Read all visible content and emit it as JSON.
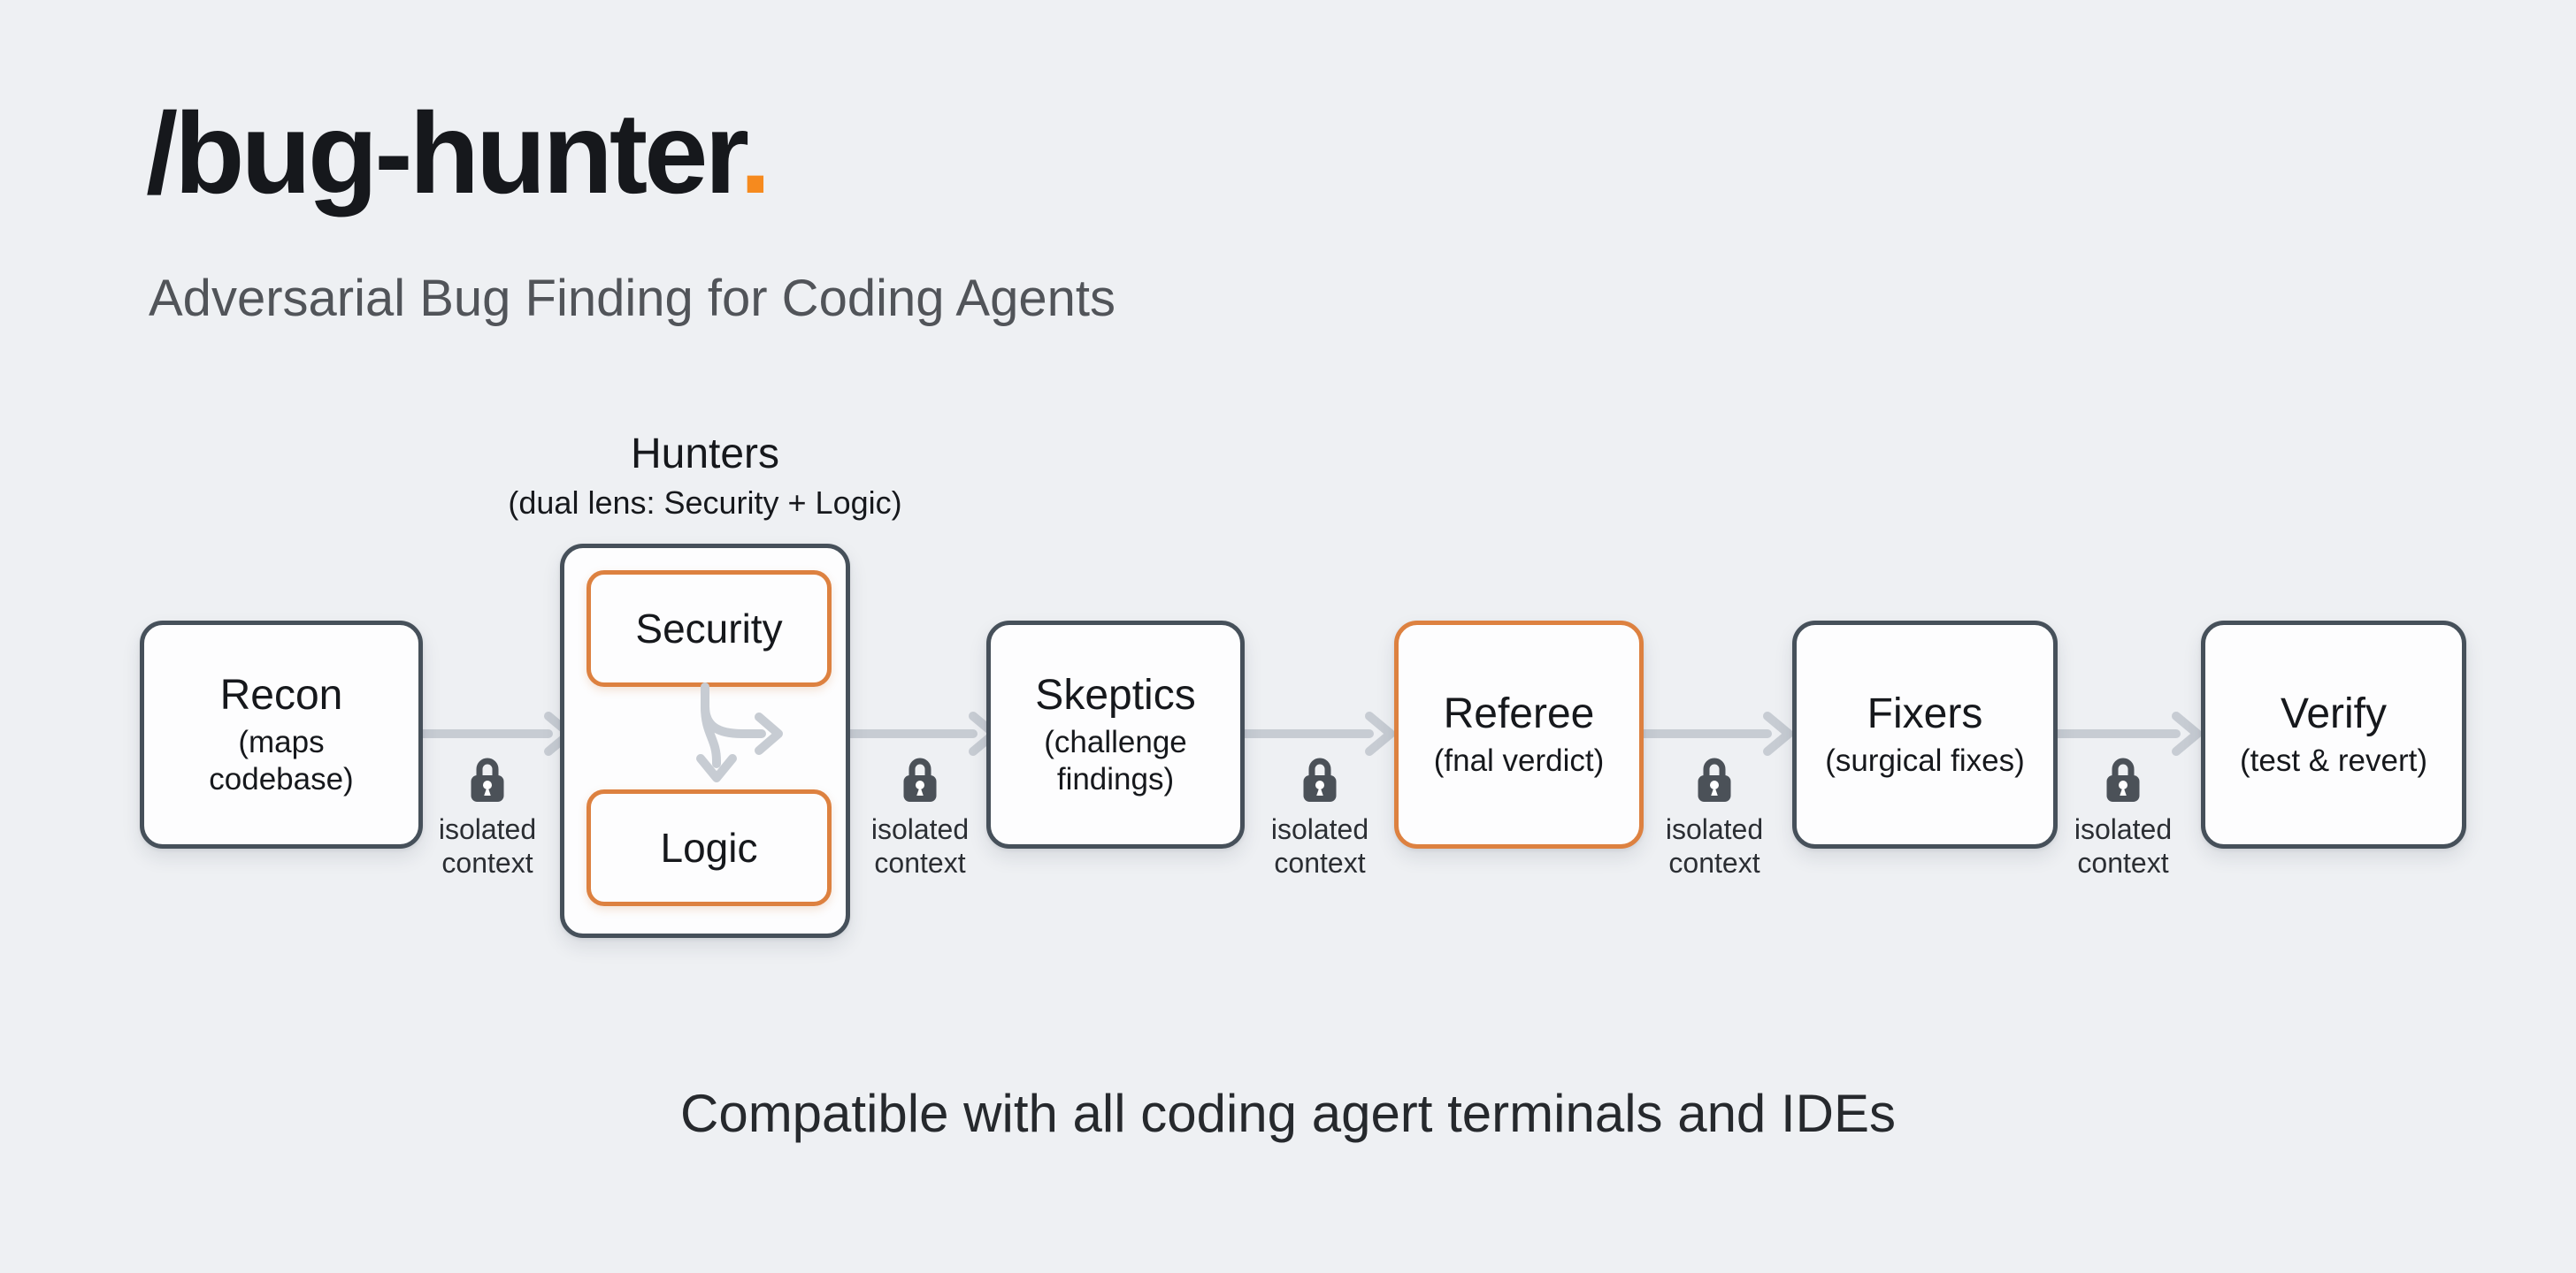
{
  "header": {
    "title": "/bug-hunter",
    "title_dot": ".",
    "subtitle": "Adversarial Bug Finding for Coding Agents"
  },
  "hunters": {
    "title": "Hunters",
    "subtitle": "(dual lens: Security + Logic)",
    "security_label": "Security",
    "logic_label": "Logic"
  },
  "pipeline": [
    {
      "label": "Recon",
      "sublabel": "(maps codebase)"
    },
    {
      "label": "Skeptics",
      "sublabel": "(challenge findings)"
    },
    {
      "label": "Referee",
      "sublabel": "(fnal verdict)"
    },
    {
      "label": "Fixers",
      "sublabel": "(surgical fixes)"
    },
    {
      "label": "Verify",
      "sublabel": "(test & revert)"
    }
  ],
  "connector": {
    "label": "isolated context",
    "icon": "lock-icon"
  },
  "footer": {
    "tagline": "Compatible with all coding agert terminals and IDEs"
  },
  "colors": {
    "background": "#eef0f3",
    "box_fill": "#fdfdfe",
    "border_dark": "#46505a",
    "accent_orange": "#dd8140",
    "title_dot_orange": "#f68a1e",
    "arrow_gray": "#c7ccd3",
    "lock_gray": "#4b5158",
    "text_dark": "#16181c",
    "text_gray": "#515459"
  }
}
